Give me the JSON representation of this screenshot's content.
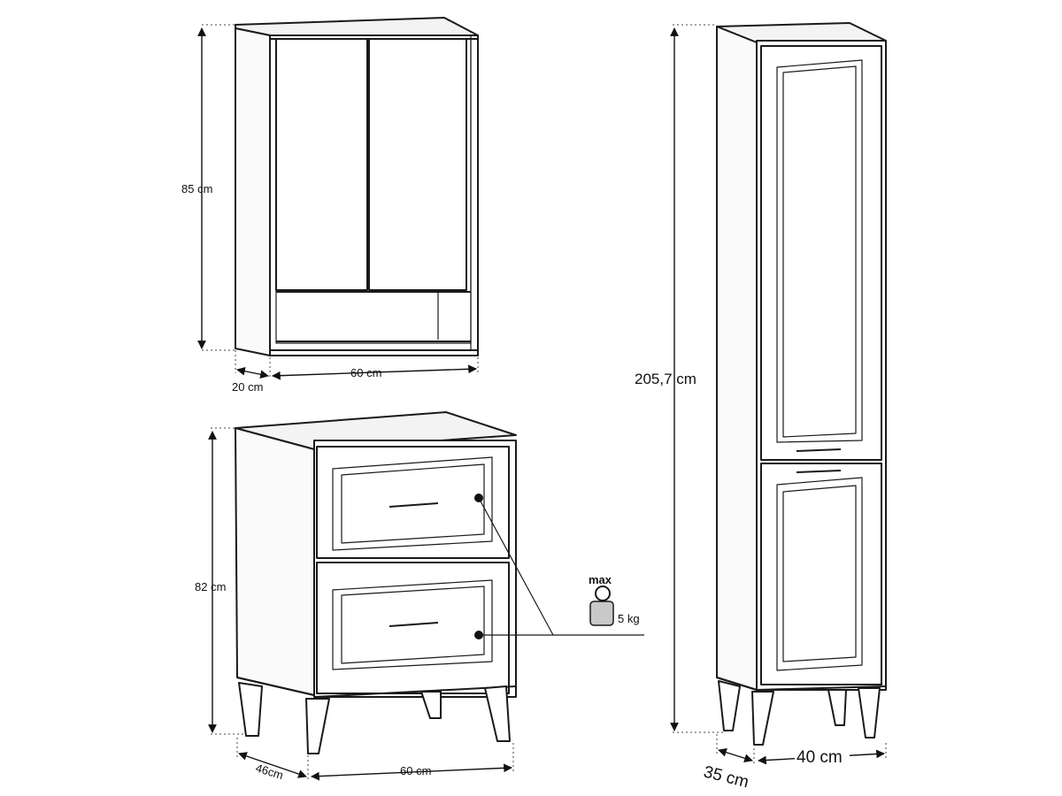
{
  "wall_cabinet": {
    "height_label": "85 cm",
    "depth_label": "20 cm",
    "width_label": "60 cm"
  },
  "base_cabinet": {
    "height_label": "82 cm",
    "depth_label": "46cm",
    "width_label": "60 cm"
  },
  "tall_cabinet": {
    "height_label": "205,7 cm",
    "depth_label": "35 cm",
    "width_label": "40 cm"
  },
  "load_callout": {
    "max_label": "max",
    "weight_label": "5 kg"
  }
}
